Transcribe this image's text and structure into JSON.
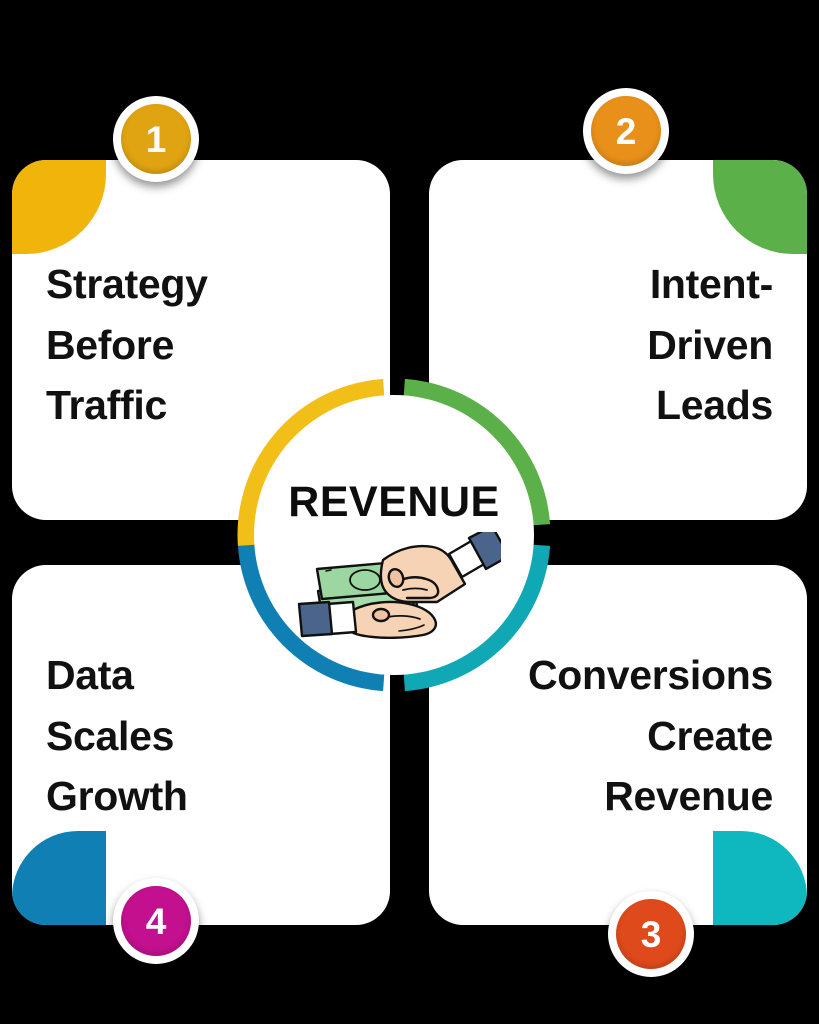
{
  "graphic": {
    "type": "cycle-quadrant-infographic",
    "background_color": "#000000",
    "card_color": "#ffffff",
    "center": {
      "label": "REVENUE",
      "illustration": "hand-giving-money-icon",
      "ring_segments": [
        {
          "position": "top-left",
          "color": "#F2BE18"
        },
        {
          "position": "top-right",
          "color": "#5CB04A"
        },
        {
          "position": "bottom-right",
          "color": "#0FA8B4"
        },
        {
          "position": "bottom-left",
          "color": "#1080B4"
        }
      ]
    },
    "cards": [
      {
        "number": "1",
        "title": "Strategy\nBefore\nTraffic",
        "accent_color": "#F0B40B",
        "badge_color": "#E0A312",
        "align": "left",
        "accent_corner": "top-left"
      },
      {
        "number": "2",
        "title": "Intent-\nDriven\nLeads",
        "accent_color": "#5CB04A",
        "badge_color": "#E8901A",
        "align": "right",
        "accent_corner": "top-right"
      },
      {
        "number": "3",
        "title": "Conversions\nCreate\nRevenue",
        "accent_color": "#0FB7BE",
        "badge_color": "#DE4A1C",
        "align": "right",
        "accent_corner": "bottom-right"
      },
      {
        "number": "4",
        "title": "Data\nScales\nGrowth",
        "accent_color": "#1080B4",
        "badge_color": "#C2108F",
        "align": "left",
        "accent_corner": "bottom-left"
      }
    ]
  }
}
